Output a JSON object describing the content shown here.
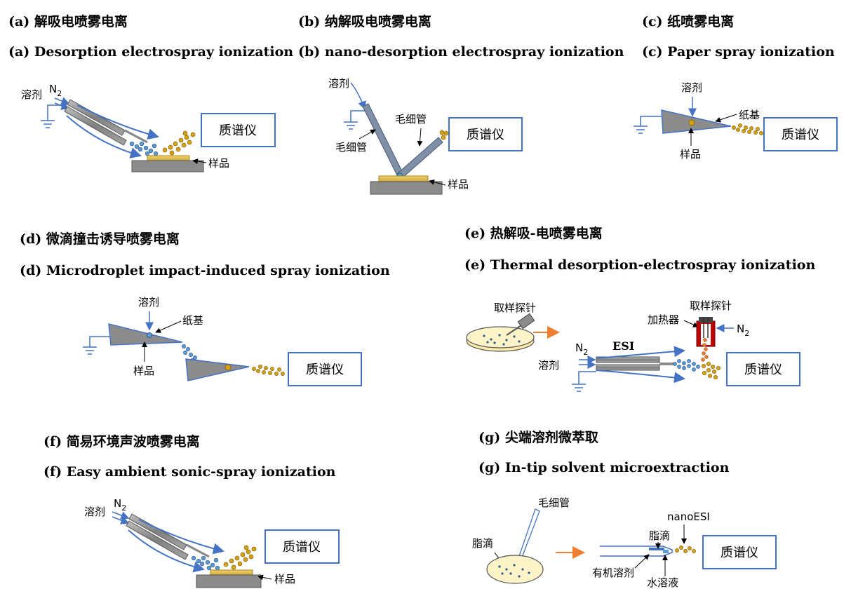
{
  "panels": {
    "a": {
      "title_cn": "(a) 解吸电喷雾电离",
      "title_en": "(a) Desorption electrospray ionization",
      "solvent": "溶剂",
      "gas": "N",
      "gas_sub": "2",
      "ms": "质谱仪",
      "sample": "样品"
    },
    "b": {
      "title_cn": "(b) 纳解吸电喷雾电离",
      "title_en": "(b) nano-desorption electrospray ionization",
      "solvent": "溶剂",
      "capillary_left": "毛细管",
      "capillary_right": "毛细管",
      "ms": "质谱仪",
      "sample": "样品"
    },
    "c": {
      "title_cn": "(c) 纸喷雾电离",
      "title_en": "(c) Paper spray ionization",
      "solvent": "溶剂",
      "paper": "纸基",
      "sample": "样品",
      "ms": "质谱仪"
    },
    "d": {
      "title_cn": "(d) 微滴撞击诱导喷雾电离",
      "title_en": "(d) Microdroplet impact-induced spray ionization",
      "solvent": "溶剂",
      "paper": "纸基",
      "sample": "样品",
      "ms": "质谱仪"
    },
    "e": {
      "title_cn": "(e) 热解吸-电喷雾电离",
      "title_en": "(e) Thermal desorption-electrospray ionization",
      "probe_left": "取样探针",
      "probe_right": "取样探针",
      "heater": "加热器",
      "gas_right": "N",
      "gas_right_sub": "2",
      "esi": "ESI",
      "gas_left": "N",
      "gas_left_sub": "2",
      "solvent": "溶剂",
      "ms": "质谱仪"
    },
    "f": {
      "title_cn": "(f) 简易环境声波喷雾电离",
      "title_en": "(f) Easy ambient sonic-spray ionization",
      "solvent": "溶剂",
      "gas": "N",
      "gas_sub": "2",
      "ms": "质谱仪",
      "sample": "样品"
    },
    "g": {
      "title_cn": "(g) 尖端溶剂微萃取",
      "title_en": "(g) In-tip solvent microextraction",
      "capillary": "毛细管",
      "lipid_left": "脂滴",
      "lipid_right": "脂滴",
      "nanoesi": "nanoESI",
      "organic": "有机溶剂",
      "aqueous": "水溶液",
      "ms": "质谱仪"
    }
  },
  "colors": {
    "blue": "#4472c4",
    "gold": "#d4a017",
    "gray": "#8c8c8c",
    "droplet_blue": "#5b9bd5",
    "orange": "#ed7d31",
    "heater_red": "#c00000"
  }
}
